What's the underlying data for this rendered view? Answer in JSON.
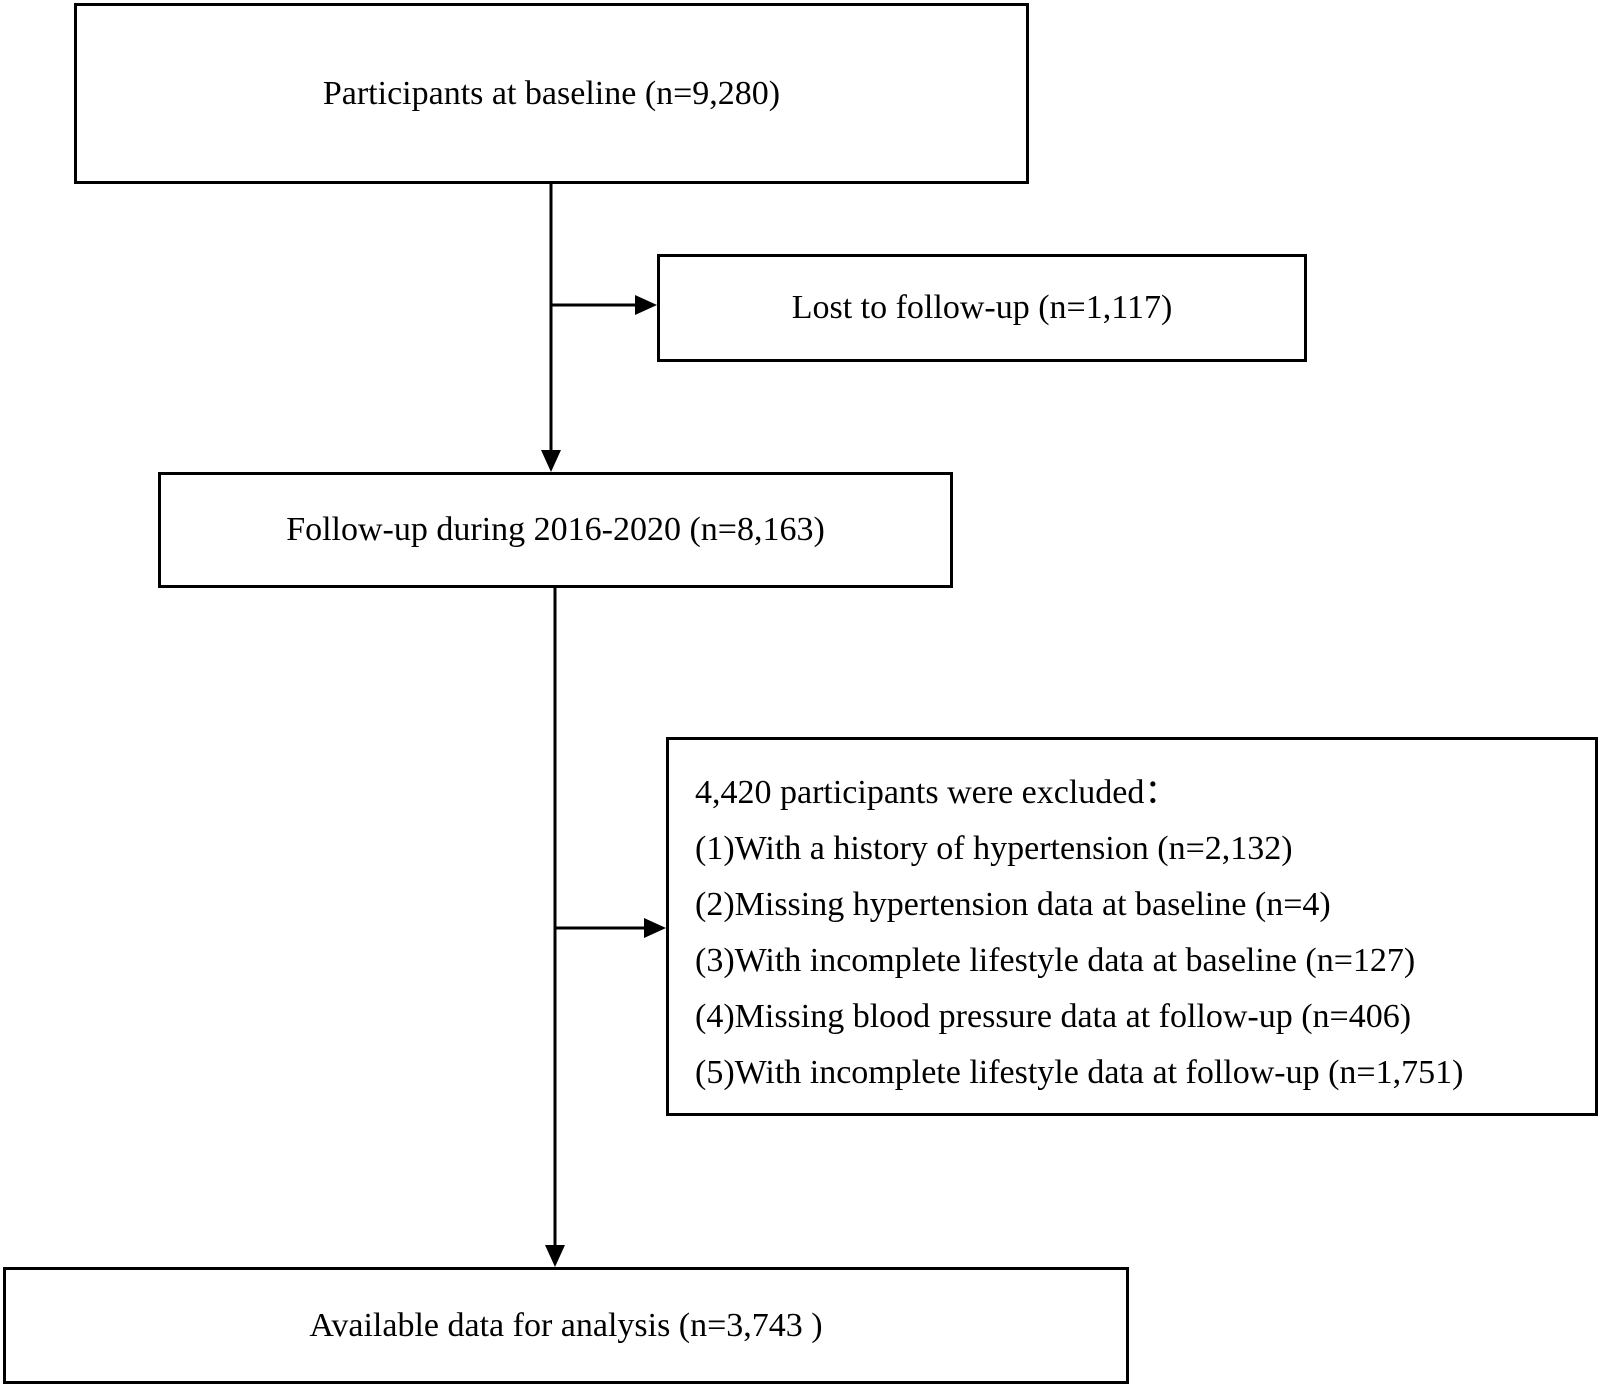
{
  "flowchart": {
    "baseline": "Participants at baseline (n=9,280)",
    "lost": "Lost to follow-up (n=1,117)",
    "followup": "Follow-up during 2016-2020 (n=8,163)",
    "excluded": {
      "header": "4,420 participants were excluded：",
      "items": [
        "(1)With a history of hypertension (n=2,132)",
        "(2)Missing hypertension data at baseline (n=4)",
        "(3)With incomplete lifestyle data at baseline (n=127)",
        "(4)Missing blood pressure data at follow-up (n=406)",
        "(5)With incomplete lifestyle data at follow-up (n=1,751)"
      ]
    },
    "final": "Available data for analysis (n=3,743 )"
  }
}
